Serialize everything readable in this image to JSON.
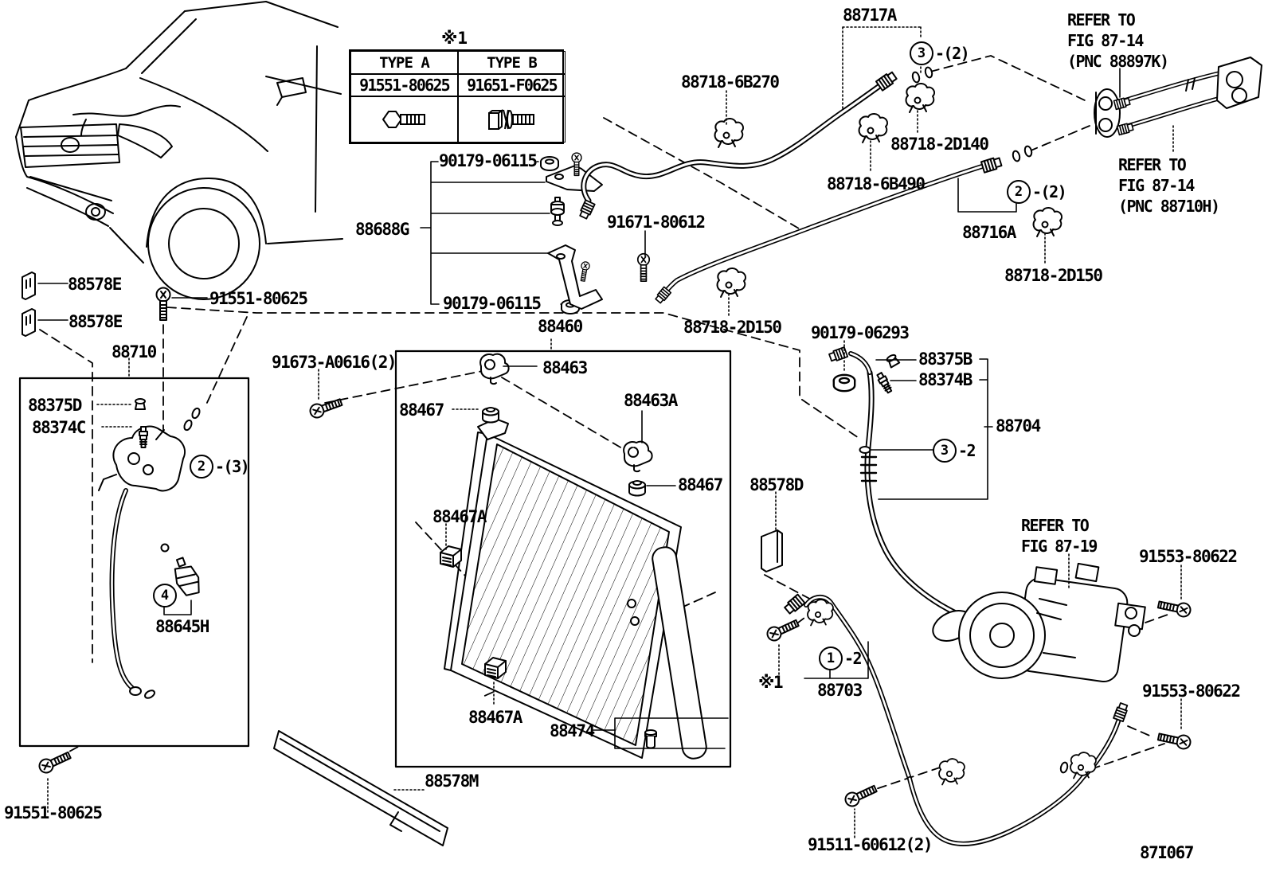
{
  "page": {
    "background": "#ffffff",
    "ink": "#000000",
    "diagram_code": "87I067"
  },
  "type_table": {
    "note": "※1",
    "columns": [
      "TYPE A",
      "TYPE B"
    ],
    "parts": [
      "91551-80625",
      "91651-F0625"
    ]
  },
  "refer_notes": [
    {
      "lines": [
        "REFER TO",
        "FIG 87-14",
        "(PNC 88897K)"
      ]
    },
    {
      "lines": [
        "REFER  TO",
        "FIG 87-14",
        "(PNC 88710H)"
      ]
    },
    {
      "lines": [
        "REFER TO",
        "FIG 87-19"
      ]
    }
  ],
  "callouts": [
    {
      "num": "3",
      "qty": "-(2)"
    },
    {
      "num": "2",
      "qty": "-(2)"
    },
    {
      "num": "2",
      "qty": "-(3)"
    },
    {
      "num": "3",
      "qty": "-2"
    },
    {
      "num": "4",
      "qty": ""
    },
    {
      "num": "1",
      "qty": "-2"
    }
  ],
  "part_labels": [
    "88717A",
    "88718-6B270",
    "88718-2D140",
    "88718-6B490",
    "88716A",
    "88718-2D150",
    "90179-06115",
    "88688G",
    "91671-80612",
    "90179-06115",
    "88578E",
    "88578E",
    "91551-80625",
    "88460",
    "88718-2D150",
    "90179-06293",
    "88710",
    "91673-A0616(2)",
    "88463",
    "88375B",
    "88374B",
    "88375D",
    "88374C",
    "88467",
    "88463A",
    "88704",
    "88467",
    "88578D",
    "88467A",
    "91553-80622",
    "88645H",
    "88703",
    "※1",
    "88467A",
    "88474",
    "91553-80622",
    "88578M",
    "91551-80625",
    "91511-60612(2)",
    "87I067"
  ]
}
